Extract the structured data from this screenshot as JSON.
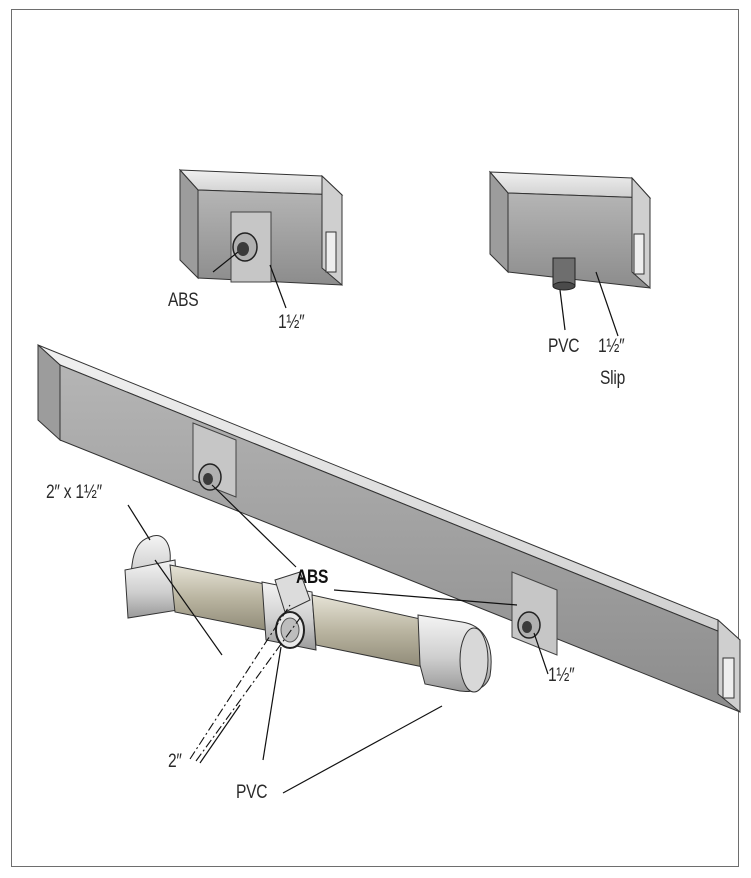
{
  "labels": {
    "top_left_abs": "ABS",
    "top_left_size": "1½″",
    "top_right_pvc": "PVC",
    "top_right_size": "1½″",
    "top_right_slip": "Slip",
    "long_abs": "ABS",
    "long_size": "1½″",
    "fitting_size_top": "2″ x 1½″",
    "fitting_size_bottom": "2″",
    "fitting_pvc": "PVC"
  },
  "colors": {
    "metal_light": "#d9d9d9",
    "metal_mid": "#a9a9a9",
    "metal_dark": "#7d7d7d",
    "pipe_tan": "#bdb8a4",
    "outline": "#333333",
    "leader": "#111111"
  }
}
